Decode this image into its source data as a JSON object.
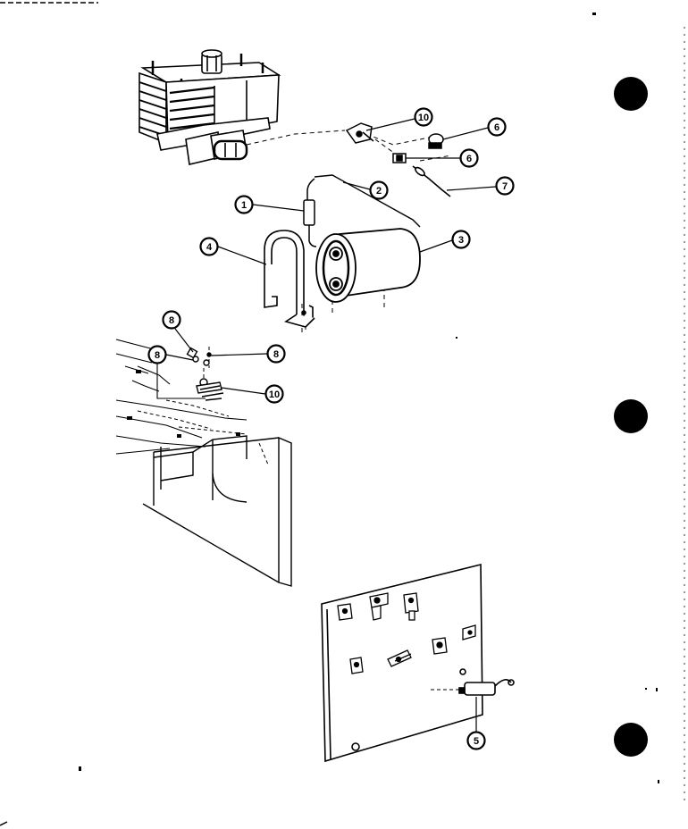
{
  "figure": {
    "ink_color": "#000000",
    "paper_color": "#ffffff",
    "callouts": [
      {
        "key": "magnetron_bracket",
        "label": "10"
      },
      {
        "key": "thermal_cutout",
        "label": "6"
      },
      {
        "key": "fuse_holder",
        "label": "6"
      },
      {
        "key": "fuse",
        "label": "7"
      },
      {
        "key": "diode",
        "label": "1"
      },
      {
        "key": "lead_wire",
        "label": "2"
      },
      {
        "key": "capacitor",
        "label": "3"
      },
      {
        "key": "capacitor_bracket",
        "label": "4"
      },
      {
        "key": "screw_upper",
        "label": "8"
      },
      {
        "key": "screw_left",
        "label": "8"
      },
      {
        "key": "screw_right",
        "label": "8"
      },
      {
        "key": "base_bracket",
        "label": "10"
      },
      {
        "key": "noise_filter",
        "label": "5"
      }
    ]
  }
}
